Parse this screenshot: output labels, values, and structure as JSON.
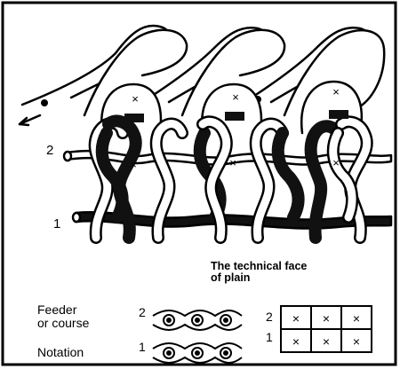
{
  "caption": {
    "line1": "The technical face",
    "line2": "of plain"
  },
  "notation_legend": {
    "feeder_line1": "Feeder",
    "feeder_line2": "or course",
    "notation": "Notation",
    "row2": "2",
    "row1": "1"
  },
  "course_labels": {
    "course2": "2",
    "course1": "1"
  },
  "grid": {
    "rows": [
      {
        "label": "2",
        "cells": [
          "×",
          "×",
          "×"
        ]
      },
      {
        "label": "1",
        "cells": [
          "×",
          "×",
          "×"
        ]
      }
    ]
  },
  "stitch_mark": "×",
  "colors": {
    "ink": "#000000",
    "yarn_light": "#ffffff",
    "yarn_dark": "#111111"
  }
}
